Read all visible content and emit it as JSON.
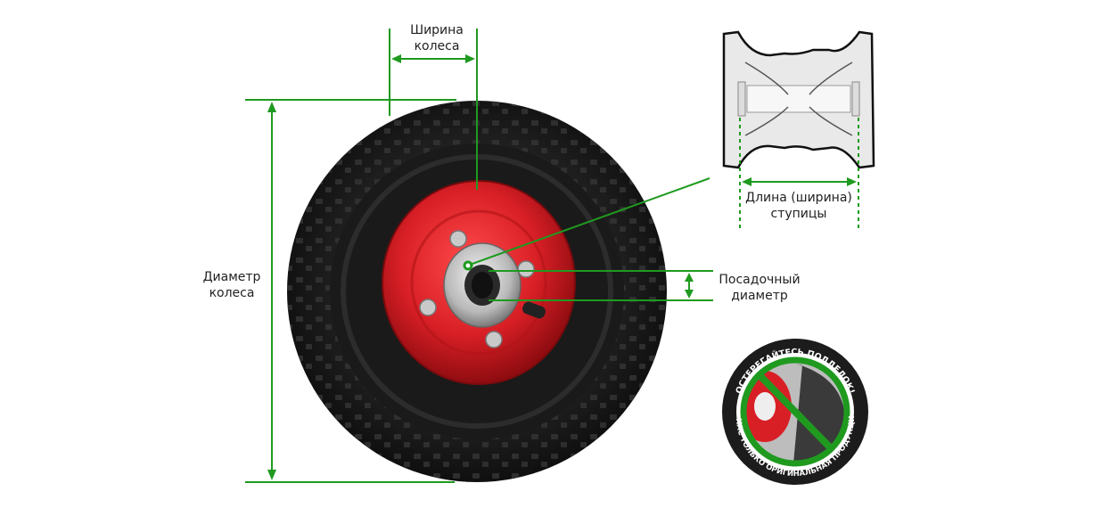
{
  "labels": {
    "wheel_width": {
      "line1": "Ширина",
      "line2": "колеса"
    },
    "wheel_diameter": {
      "line1": "Диаметр",
      "line2": "колеса"
    },
    "bore_diameter": {
      "line1": "Посадочный",
      "line2": "диаметр"
    },
    "hub_length": {
      "line1": "Длина (ширина)",
      "line2": "ступицы"
    }
  },
  "stamp": {
    "top_text": "ОСТЕРЕГАЙТЕСЬ ПОДДЕЛОК!",
    "bottom_text": "У НАС ТОЛЬКО ОРИГИНАЛЬНАЯ ПРОДУКЦИЯ"
  },
  "colors": {
    "accent_green": "#1f9a1f",
    "rim_red": "#d81f26",
    "tire_black": "#1c1c1c"
  }
}
